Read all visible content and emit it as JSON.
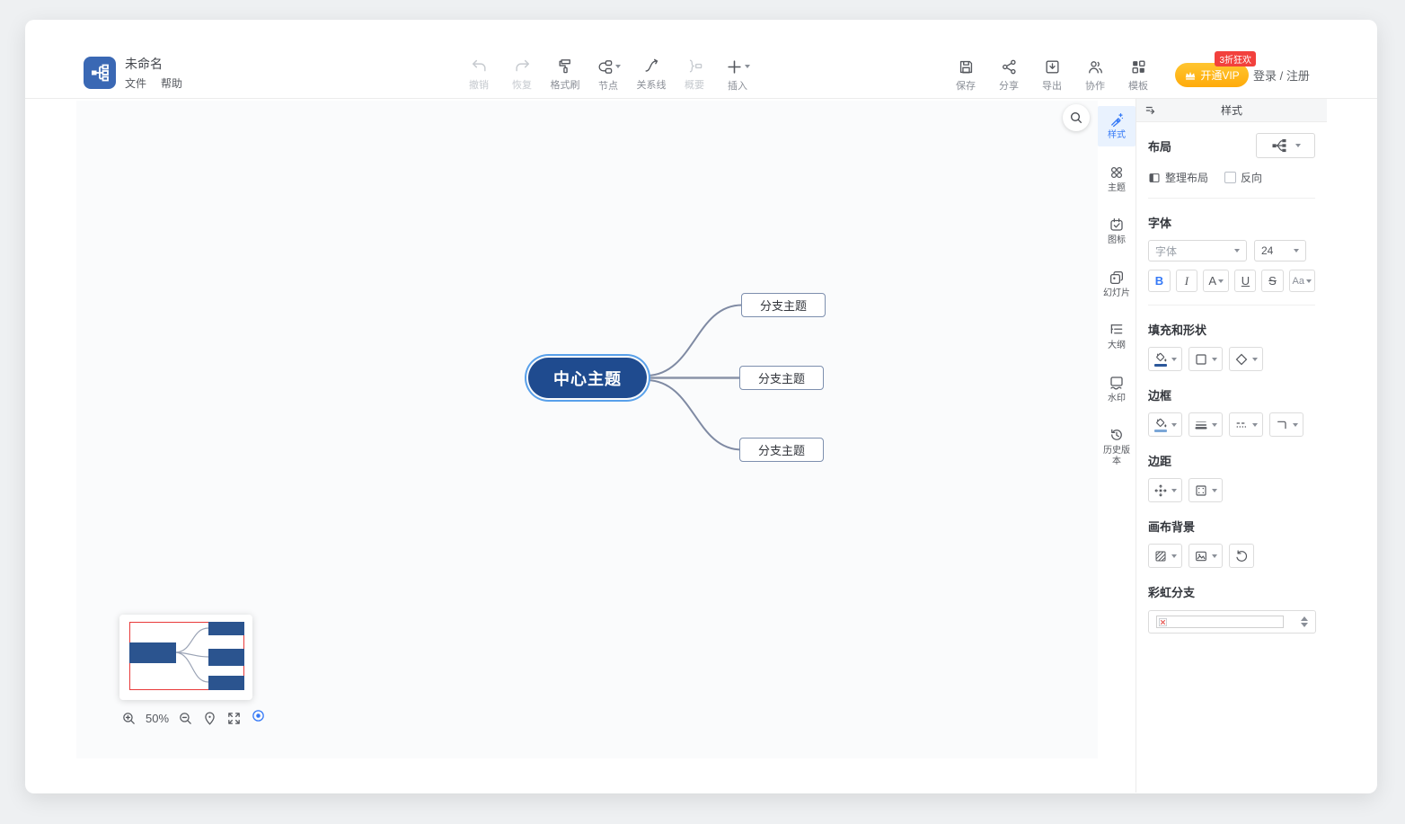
{
  "header": {
    "title": "未命名",
    "menus": [
      {
        "label": "文件"
      },
      {
        "label": "帮助"
      }
    ],
    "toolbar": [
      {
        "id": "undo",
        "label": "撤销",
        "disabled": true
      },
      {
        "id": "redo",
        "label": "恢复",
        "disabled": true
      },
      {
        "id": "format-painter",
        "label": "格式刷",
        "disabled": false
      },
      {
        "id": "node",
        "label": "节点",
        "disabled": false
      },
      {
        "id": "relation-line",
        "label": "关系线",
        "disabled": false
      },
      {
        "id": "summary",
        "label": "概要",
        "disabled": true
      },
      {
        "id": "insert",
        "label": "插入",
        "disabled": false
      }
    ],
    "actions": [
      {
        "id": "save",
        "label": "保存"
      },
      {
        "id": "share",
        "label": "分享"
      },
      {
        "id": "export",
        "label": "导出"
      },
      {
        "id": "collaborate",
        "label": "协作"
      },
      {
        "id": "template",
        "label": "模板"
      }
    ],
    "vip": {
      "label": "开通VIP",
      "badge": "3折狂欢"
    },
    "auth": "登录 / 注册"
  },
  "canvas": {
    "center_topic": "中心主题",
    "branches": [
      "分支主题",
      "分支主题",
      "分支主题"
    ],
    "zoom": "50%"
  },
  "sidebar": {
    "tabs": [
      {
        "id": "style",
        "label": "样式",
        "active": true
      },
      {
        "id": "theme",
        "label": "主题",
        "active": false
      },
      {
        "id": "icon",
        "label": "图标",
        "active": false
      },
      {
        "id": "slides",
        "label": "幻灯片",
        "active": false
      },
      {
        "id": "outline",
        "label": "大纲",
        "active": false
      },
      {
        "id": "watermark",
        "label": "水印",
        "active": false
      },
      {
        "id": "history",
        "label": "历史版本",
        "active": false
      }
    ]
  },
  "panel": {
    "title": "样式",
    "layout": {
      "heading": "布局",
      "arrange": "整理布局",
      "reverse": "反向"
    },
    "font": {
      "heading": "字体",
      "family_placeholder": "字体",
      "size": "24",
      "bold": "B",
      "italic": "I",
      "color": "A",
      "underline": "U",
      "strike": "S",
      "case": "Aa"
    },
    "fill": {
      "heading": "填充和形状"
    },
    "border": {
      "heading": "边框"
    },
    "margin": {
      "heading": "边距"
    },
    "background": {
      "heading": "画布背景"
    },
    "rainbow": {
      "heading": "彩虹分支"
    }
  },
  "colors": {
    "accent_blue": "#3579f6",
    "logo_blue": "#3a68b4",
    "topic_fill": "#1f4b8f",
    "selection_ring": "#58a0ea",
    "branch_border": "#7d8fae",
    "connector": "#7f8aa3",
    "vip_orange": "#ffab0a",
    "badge_red": "#f2413d",
    "minimap_viewport_red": "#e83a3a",
    "fill_swatch": "#2b579a",
    "border_swatch": "#7ba7d7"
  }
}
